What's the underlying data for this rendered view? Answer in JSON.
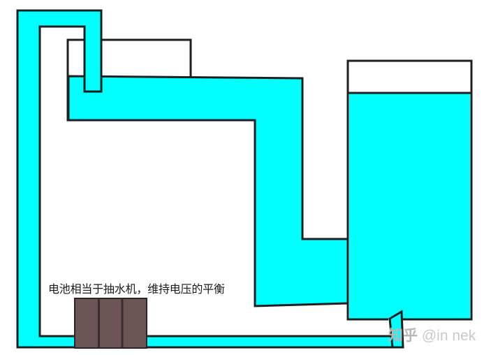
{
  "diagram": {
    "annotation": "电池相当于抽水机，维持电压的平衡",
    "watermark": {
      "brand": "知乎",
      "handle": "@in nek"
    },
    "colors": {
      "water": "#00ffff",
      "outline": "#1f1f1f",
      "battery_body": "#6b5655",
      "battery_divider": "#372c2e",
      "battery_border": "#2b2426",
      "annotation_text": "#1a1a1a",
      "watermark_brand": "#b7b7b7",
      "watermark_handle": "#c9c9c9",
      "background": "#ffffff"
    }
  }
}
